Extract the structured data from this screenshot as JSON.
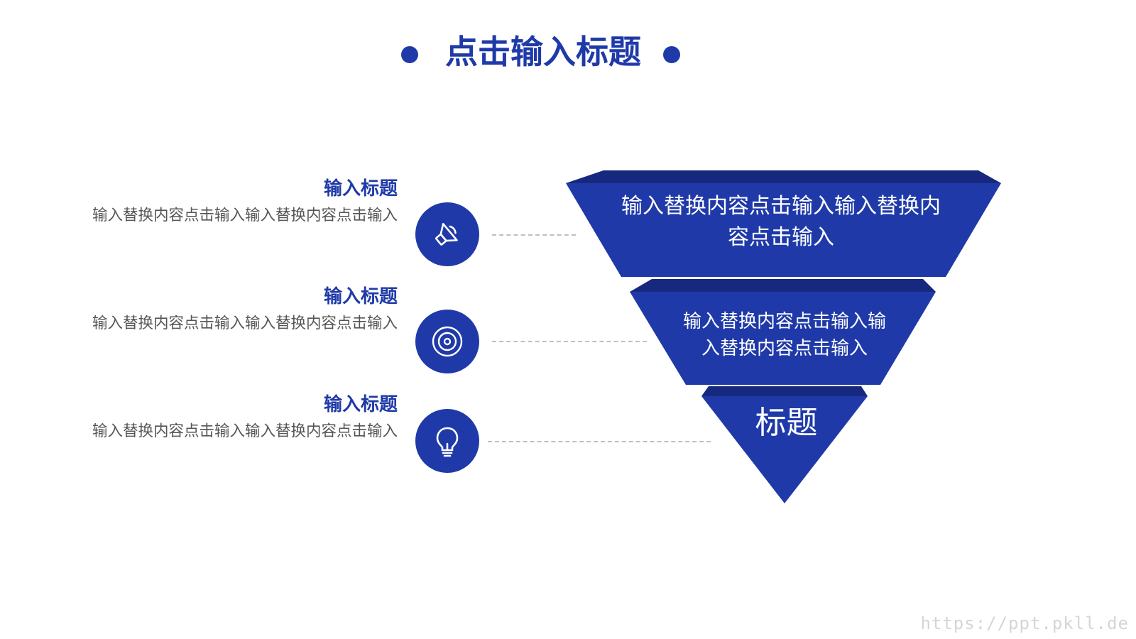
{
  "title": "点击输入标题",
  "items": [
    {
      "heading": "输入标题",
      "body": "输入替换内容点击输入输入替换内容点击输入",
      "icon": "speaker-icon"
    },
    {
      "heading": "输入标题",
      "body": "输入替换内容点击输入输入替换内容点击输入",
      "icon": "disc-icon"
    },
    {
      "heading": "输入标题",
      "body": "输入替换内容点击输入输入替换内容点击输入",
      "icon": "lightbulb-icon"
    }
  ],
  "funnel": {
    "levels": [
      "输入替换内容点击输入输入替换内容点击输入",
      "输入替换内容点击输入输入替换内容点击输入",
      "标题"
    ]
  },
  "colors": {
    "primary": "#1f3aa8",
    "primary_dark": "#16297e",
    "body_text": "#555555",
    "connector": "#bfbfbf"
  },
  "watermark": "https://ppt.pkll.de"
}
